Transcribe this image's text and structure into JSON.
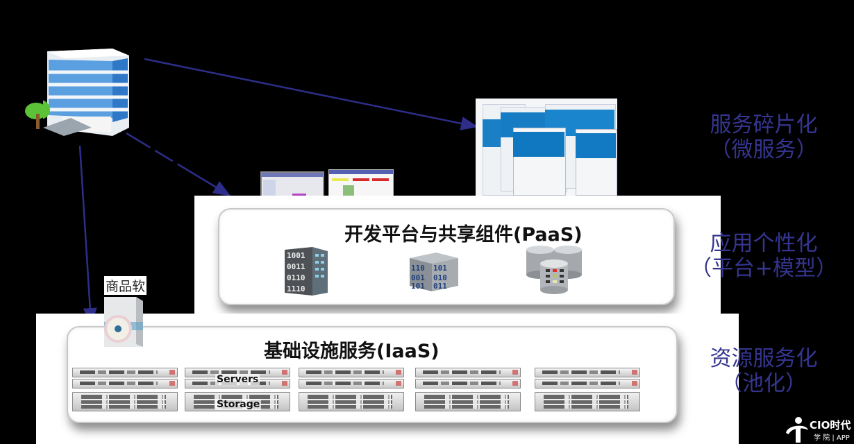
{
  "layers": {
    "paas": {
      "title": "开发平台与共享组件(PaaS)",
      "icons": [
        "binary-building-icon",
        "binary-cube-icon",
        "database-cluster-icon"
      ]
    },
    "iaas": {
      "title": "基础设施服务(IaaS)",
      "servers_label": "Servers",
      "storage_label": "Storage",
      "rack_count": 5
    }
  },
  "side_labels": [
    {
      "line1": "服务碎片化",
      "line2": "（微服务）"
    },
    {
      "line1": "应用个性化",
      "line2": "（平台+模型）"
    },
    {
      "line1": "资源服务化",
      "line2": "（池化）"
    }
  ],
  "commercial_software_label": "商品软",
  "logo": {
    "name": "CIO时代",
    "sub": "学 院 | APP"
  },
  "colors": {
    "arrow": "#2e2e8a",
    "side_label": "#35358f",
    "background": "#000000"
  }
}
